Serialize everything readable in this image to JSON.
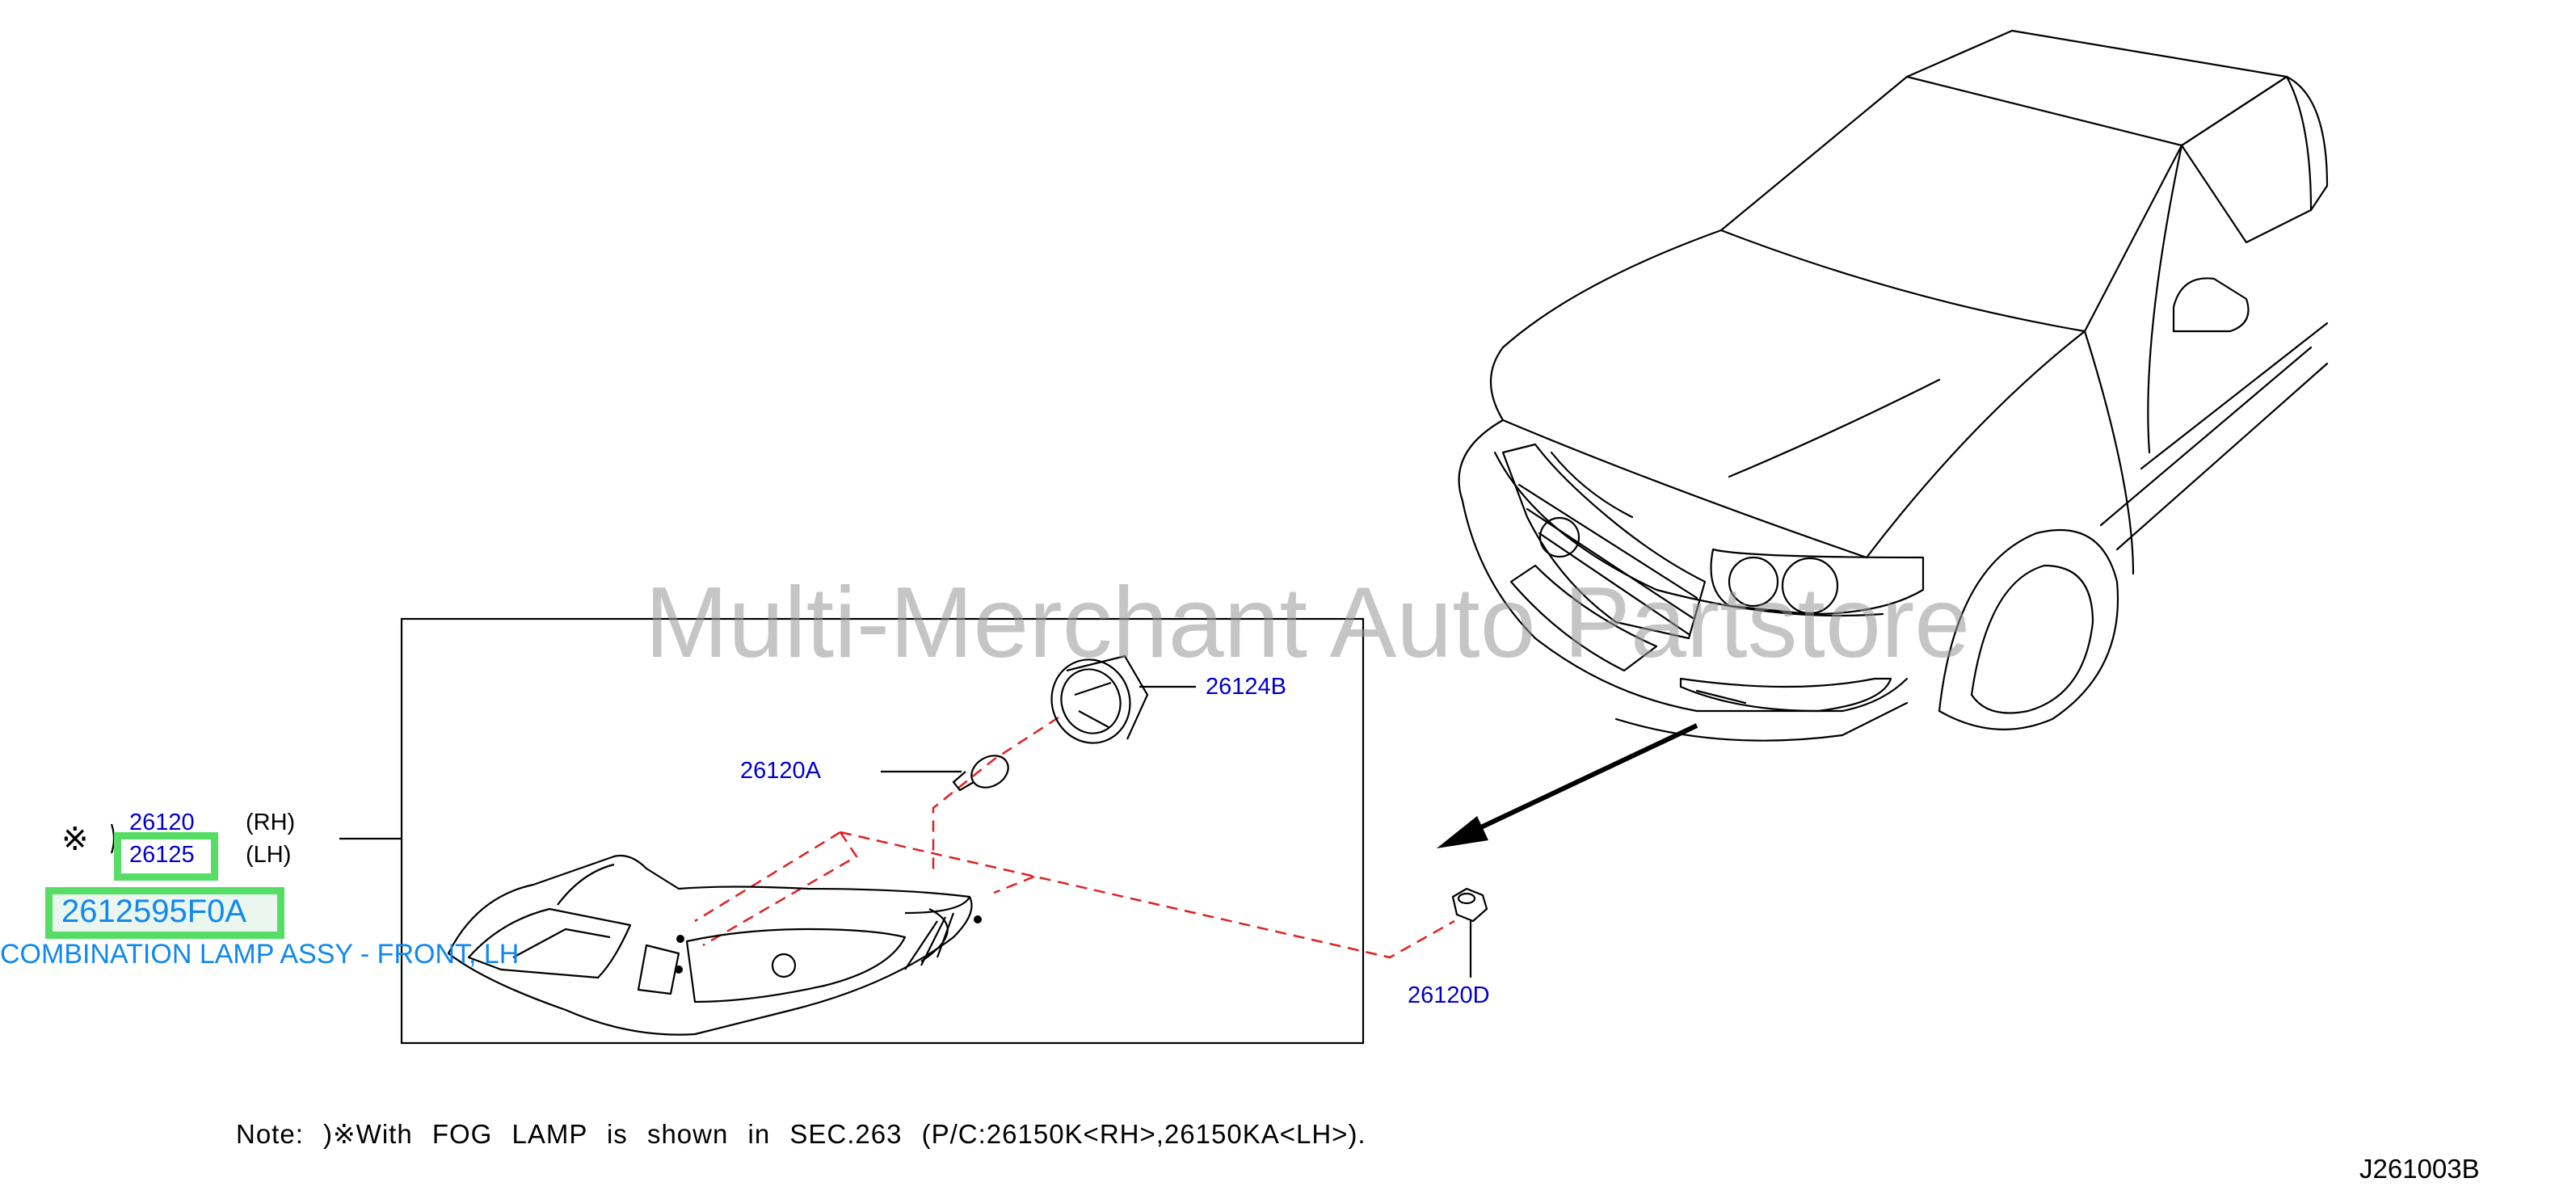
{
  "watermark": "Multi-Merchant Auto Partstore",
  "callouts": {
    "p26124B": "26124B",
    "p26120A": "26120A",
    "p26120D": "26120D",
    "p26120": "26120",
    "p26125": "26125",
    "rh": "(RH)",
    "lh": "(LH)",
    "asterisk_mark": "※"
  },
  "highlight": {
    "part_number": "2612595F0A",
    "description": "COMBINATION LAMP ASSY - FRONT, LH",
    "color": "#55dd66",
    "text_color": "#1188ee"
  },
  "note": "Note: )※With FOG LAMP is shown in SEC.263 (P/C:26150K<RH>,26150KA<LH>).",
  "diagram_code": "J261003B"
}
